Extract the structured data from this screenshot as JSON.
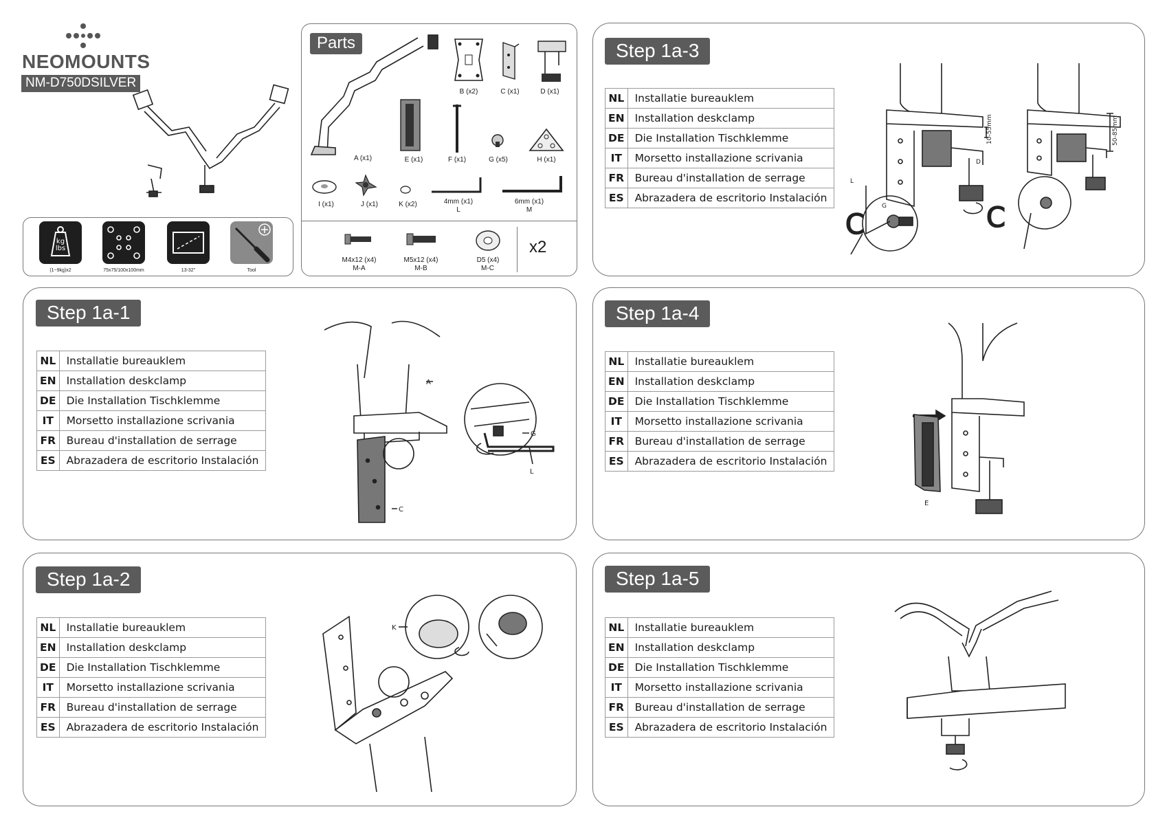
{
  "brand": {
    "name": "NEOMOUNTS",
    "model": "NM-D750DSILVER"
  },
  "specs": {
    "items": [
      {
        "icon": "weight-icon",
        "label": "(1~9kg)x2",
        "tile_text": "kg\nlbs"
      },
      {
        "icon": "vesa-icon",
        "label": "75x75/100x100mm"
      },
      {
        "icon": "screen-size-icon",
        "label": "13-32\""
      },
      {
        "icon": "screwdriver-icon",
        "label": "Tool"
      }
    ]
  },
  "parts": {
    "title": "Parts",
    "items": [
      {
        "id": "A",
        "label": "A (x1)"
      },
      {
        "id": "B",
        "label": "B (x2)"
      },
      {
        "id": "C",
        "label": "C (x1)"
      },
      {
        "id": "D",
        "label": "D (x1)"
      },
      {
        "id": "E",
        "label": "E (x1)"
      },
      {
        "id": "F",
        "label": "F (x1)"
      },
      {
        "id": "G",
        "label": "G (x5)"
      },
      {
        "id": "H",
        "label": "H (x1)"
      },
      {
        "id": "I",
        "label": "I (x1)"
      },
      {
        "id": "J",
        "label": "J (x1)"
      },
      {
        "id": "K",
        "label": "K (x2)"
      },
      {
        "id": "L",
        "label": "4mm (x1)",
        "sub": "L"
      },
      {
        "id": "M",
        "label": "6mm (x1)",
        "sub": "M"
      }
    ],
    "hardware": [
      {
        "label": "M4x12  (x4)",
        "sub": "M-A"
      },
      {
        "label": "M5x12 (x4)",
        "sub": "M-B"
      },
      {
        "label": "D5 (x4)",
        "sub": "M-C"
      }
    ],
    "multiplier": "x2"
  },
  "languages": [
    {
      "code": "NL",
      "text": "Installatie bureauklem"
    },
    {
      "code": "EN",
      "text": "Installation deskclamp"
    },
    {
      "code": "DE",
      "text": "Die Installation Tischklemme"
    },
    {
      "code": "IT",
      "text": "Morsetto installazione scrivania"
    },
    {
      "code": "FR",
      "text": "Bureau d'installation de serrage"
    },
    {
      "code": "ES",
      "text": "Abrazadera de escritorio Instalación"
    }
  ],
  "steps": {
    "s1": {
      "title": "Step 1a-1",
      "callouts": [
        "A",
        "C",
        "G",
        "L"
      ]
    },
    "s2": {
      "title": "Step 1a-2",
      "callouts": [
        "K"
      ]
    },
    "s3": {
      "title": "Step 1a-3",
      "callouts": [
        "L",
        "G",
        "D"
      ],
      "dim1": "10-55mm",
      "dim2": "50-85mm"
    },
    "s4": {
      "title": "Step 1a-4",
      "callouts": [
        "E"
      ]
    },
    "s5": {
      "title": "Step 1a-5"
    }
  }
}
